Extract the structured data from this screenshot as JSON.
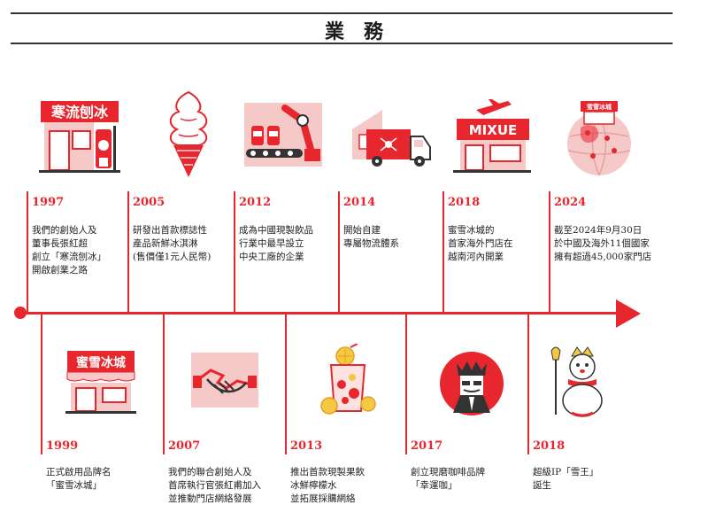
{
  "header": {
    "title": "業務"
  },
  "top_events": [
    {
      "year": "1997",
      "icon": "hanliu-ice-shop-icon",
      "sign": "寒流刨冰",
      "text": "我們的創始人及\n董事長張紅超\n創立「寒流刨冰」\n開啟創業之路"
    },
    {
      "year": "2005",
      "icon": "soft-serve-cone-icon",
      "text": "研發出首款標誌性\n產品新鮮冰淇淋\n(售價僅1元人民幣)"
    },
    {
      "year": "2012",
      "icon": "factory-robot-arm-icon",
      "text": "成為中國現製飲品\n行業中最早設立\n中央工廠的企業"
    },
    {
      "year": "2014",
      "icon": "logistics-truck-icon",
      "text": "開始自建\n專屬物流體系"
    },
    {
      "year": "2018",
      "icon": "mixue-overseas-store-icon",
      "sign": "MIXUE",
      "text": "蜜雪冰城的\n首家海外門店在\n越南河內開業"
    },
    {
      "year": "2024",
      "icon": "globe-store-icon",
      "sign": "蜜雪冰城",
      "text": "截至2024年9月30日\n於中國及海外11個國家\n擁有超過45,000家門店"
    }
  ],
  "bottom_events": [
    {
      "year": "1999",
      "icon": "mixue-store-icon",
      "sign": "蜜雪冰城",
      "text": "正式啟用品牌名\n「蜜雪冰城」"
    },
    {
      "year": "2007",
      "icon": "handshake-icon",
      "text": "我們的聯合創始人及\n首席執行官張紅甫加入\n並推動門店網絡發展"
    },
    {
      "year": "2013",
      "icon": "lemon-tea-drink-icon",
      "text": "推出首款現製果飲\n冰鮮檸檬水\n並拓展採購網絡"
    },
    {
      "year": "2017",
      "icon": "lucky-coffee-king-icon",
      "text": "創立現磨咖啡品牌\n「幸運咖」"
    },
    {
      "year": "2018",
      "icon": "snow-king-mascot-icon",
      "text": "超級IP「雪王」\n誕生"
    }
  ],
  "colors": {
    "brand_red": "#e8262d",
    "light_red": "#f6c9c9",
    "dark": "#222222"
  }
}
